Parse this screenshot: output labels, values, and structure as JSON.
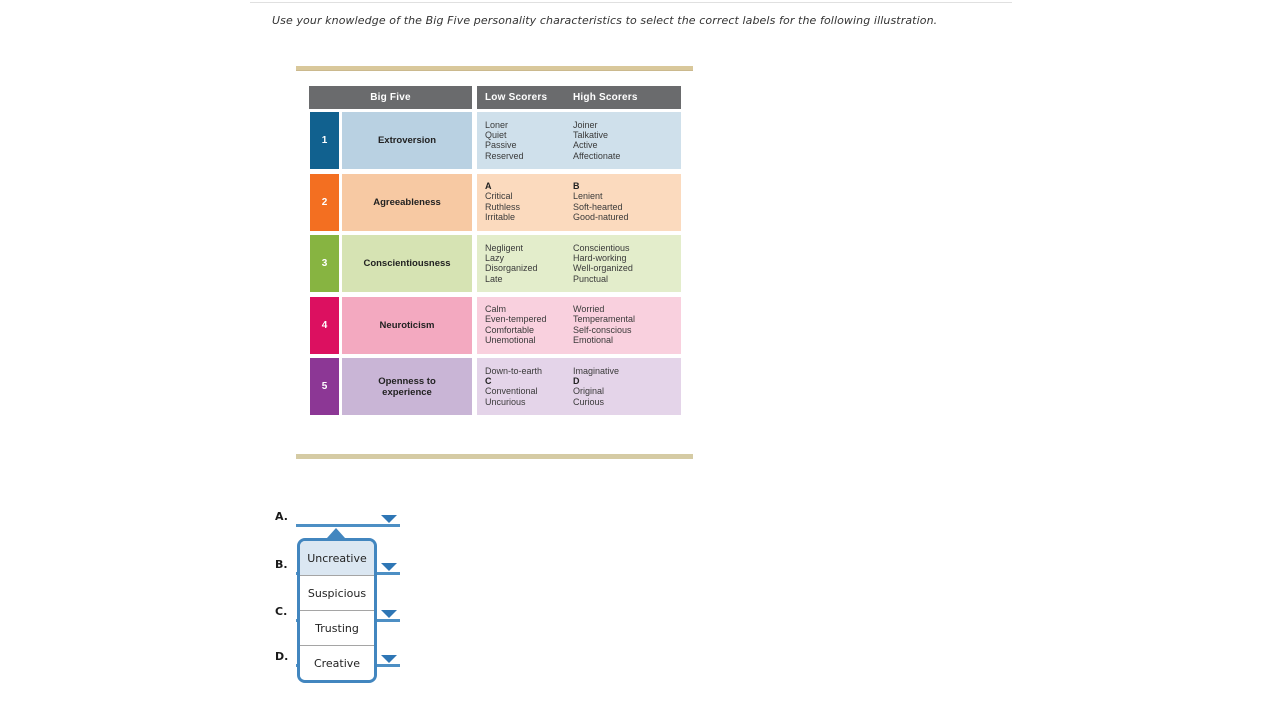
{
  "instruction": "Use your knowledge of the Big Five personality characteristics to select the correct labels for the following illustration.",
  "table": {
    "header": {
      "big_five": "Big Five",
      "low": "Low Scorers",
      "high": "High Scorers"
    },
    "rows": [
      {
        "num": "1",
        "name": "Extroversion",
        "colors": {
          "num_bg": "#11618f",
          "name_bg": "#b9d1e2",
          "cell_bg": "#cfe0eb"
        },
        "low": [
          "Loner",
          "Quiet",
          "Passive",
          "Reserved"
        ],
        "high": [
          "Joiner",
          "Talkative",
          "Active",
          "Affectionate"
        ]
      },
      {
        "num": "2",
        "name": "Agreeableness",
        "colors": {
          "num_bg": "#f36f21",
          "name_bg": "#f7c9a3",
          "cell_bg": "#fbdabe"
        },
        "low": [
          {
            "text": "A",
            "bold": true
          },
          "Critical",
          "Ruthless",
          "Irritable"
        ],
        "high": [
          {
            "text": "B",
            "bold": true
          },
          "Lenient",
          "Soft-hearted",
          "Good-natured"
        ]
      },
      {
        "num": "3",
        "name": "Conscientiousness",
        "colors": {
          "num_bg": "#87b441",
          "name_bg": "#d6e3b3",
          "cell_bg": "#e3edcb"
        },
        "low": [
          "Negligent",
          "Lazy",
          "Disorganized",
          "Late"
        ],
        "high": [
          "Conscientious",
          "Hard-working",
          "Well-organized",
          "Punctual"
        ]
      },
      {
        "num": "4",
        "name": "Neuroticism",
        "colors": {
          "num_bg": "#dc1060",
          "name_bg": "#f3a9c0",
          "cell_bg": "#f9d0de"
        },
        "low": [
          "Calm",
          "Even-tempered",
          "Comfortable",
          "Unemotional"
        ],
        "high": [
          "Worried",
          "Temperamental",
          "Self-conscious",
          "Emotional"
        ]
      },
      {
        "num": "5",
        "name": "Openness to experience",
        "colors": {
          "num_bg": "#8c3795",
          "name_bg": "#c9b5d6",
          "cell_bg": "#e4d4e9"
        },
        "low": [
          "Down-to-earth",
          {
            "text": "C",
            "bold": true
          },
          "Conventional",
          "Uncurious"
        ],
        "high": [
          "Imaginative",
          {
            "text": "D",
            "bold": true
          },
          "Original",
          "Curious"
        ]
      }
    ]
  },
  "dropdowns": [
    {
      "label": "A."
    },
    {
      "label": "B."
    },
    {
      "label": "C."
    },
    {
      "label": "D."
    }
  ],
  "popup": {
    "options": [
      "Uncreative",
      "Suspicious",
      "Trusting",
      "Creative"
    ],
    "highlighted_index": 0
  },
  "colors": {
    "accent_line": "#4d8fc4",
    "accent_arrow": "#2e76b5",
    "popup_border": "#4286bf",
    "popup_highlight": "#dbe7f2",
    "header_bg": "#6a6b6d",
    "tan_bar": "#d9c89b"
  }
}
